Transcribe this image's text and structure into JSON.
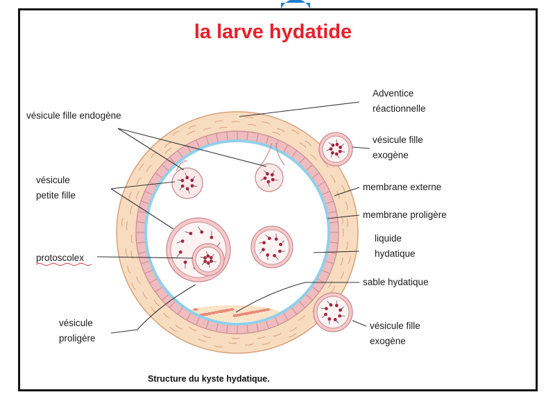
{
  "title": "la larve hydatide",
  "caption": "Structure du kyste hydatique.",
  "colors": {
    "title": "#e8202a",
    "adventice": "#f7dcc0",
    "adventice_line": "#d9a078",
    "membrane_externe": "#efbcbf",
    "membrane_line": "#c98a8e",
    "proligere": "#8fd0ea",
    "liquide": "#ffffff",
    "protoscolex": "#a3263f",
    "sable": "#e98a7a",
    "frame": "#111111",
    "top_blue_artifact": "#1f7ed1"
  },
  "labels": {
    "vesicule_fille_endogene": "vésicule fille endogène",
    "vesicule_petite_fille": [
      "vésicule",
      "petite fille"
    ],
    "protoscolex": "protoscolex",
    "vesicule_proligere": [
      "vésicule",
      "proligère"
    ],
    "adventice": [
      "Adventice",
      "réactionnelle"
    ],
    "vesicule_fille_exogene_top": [
      "vésicule fille",
      "exogène"
    ],
    "membrane_externe": "membrane externe",
    "membrane_proligere": "membrane proligère",
    "liquide_hydatique": [
      "liquide",
      "hydatique"
    ],
    "sable_hydatique": "sable hydatique",
    "vesicule_fille_exogene_bottom": [
      "vésicule fille",
      "exogène"
    ]
  }
}
